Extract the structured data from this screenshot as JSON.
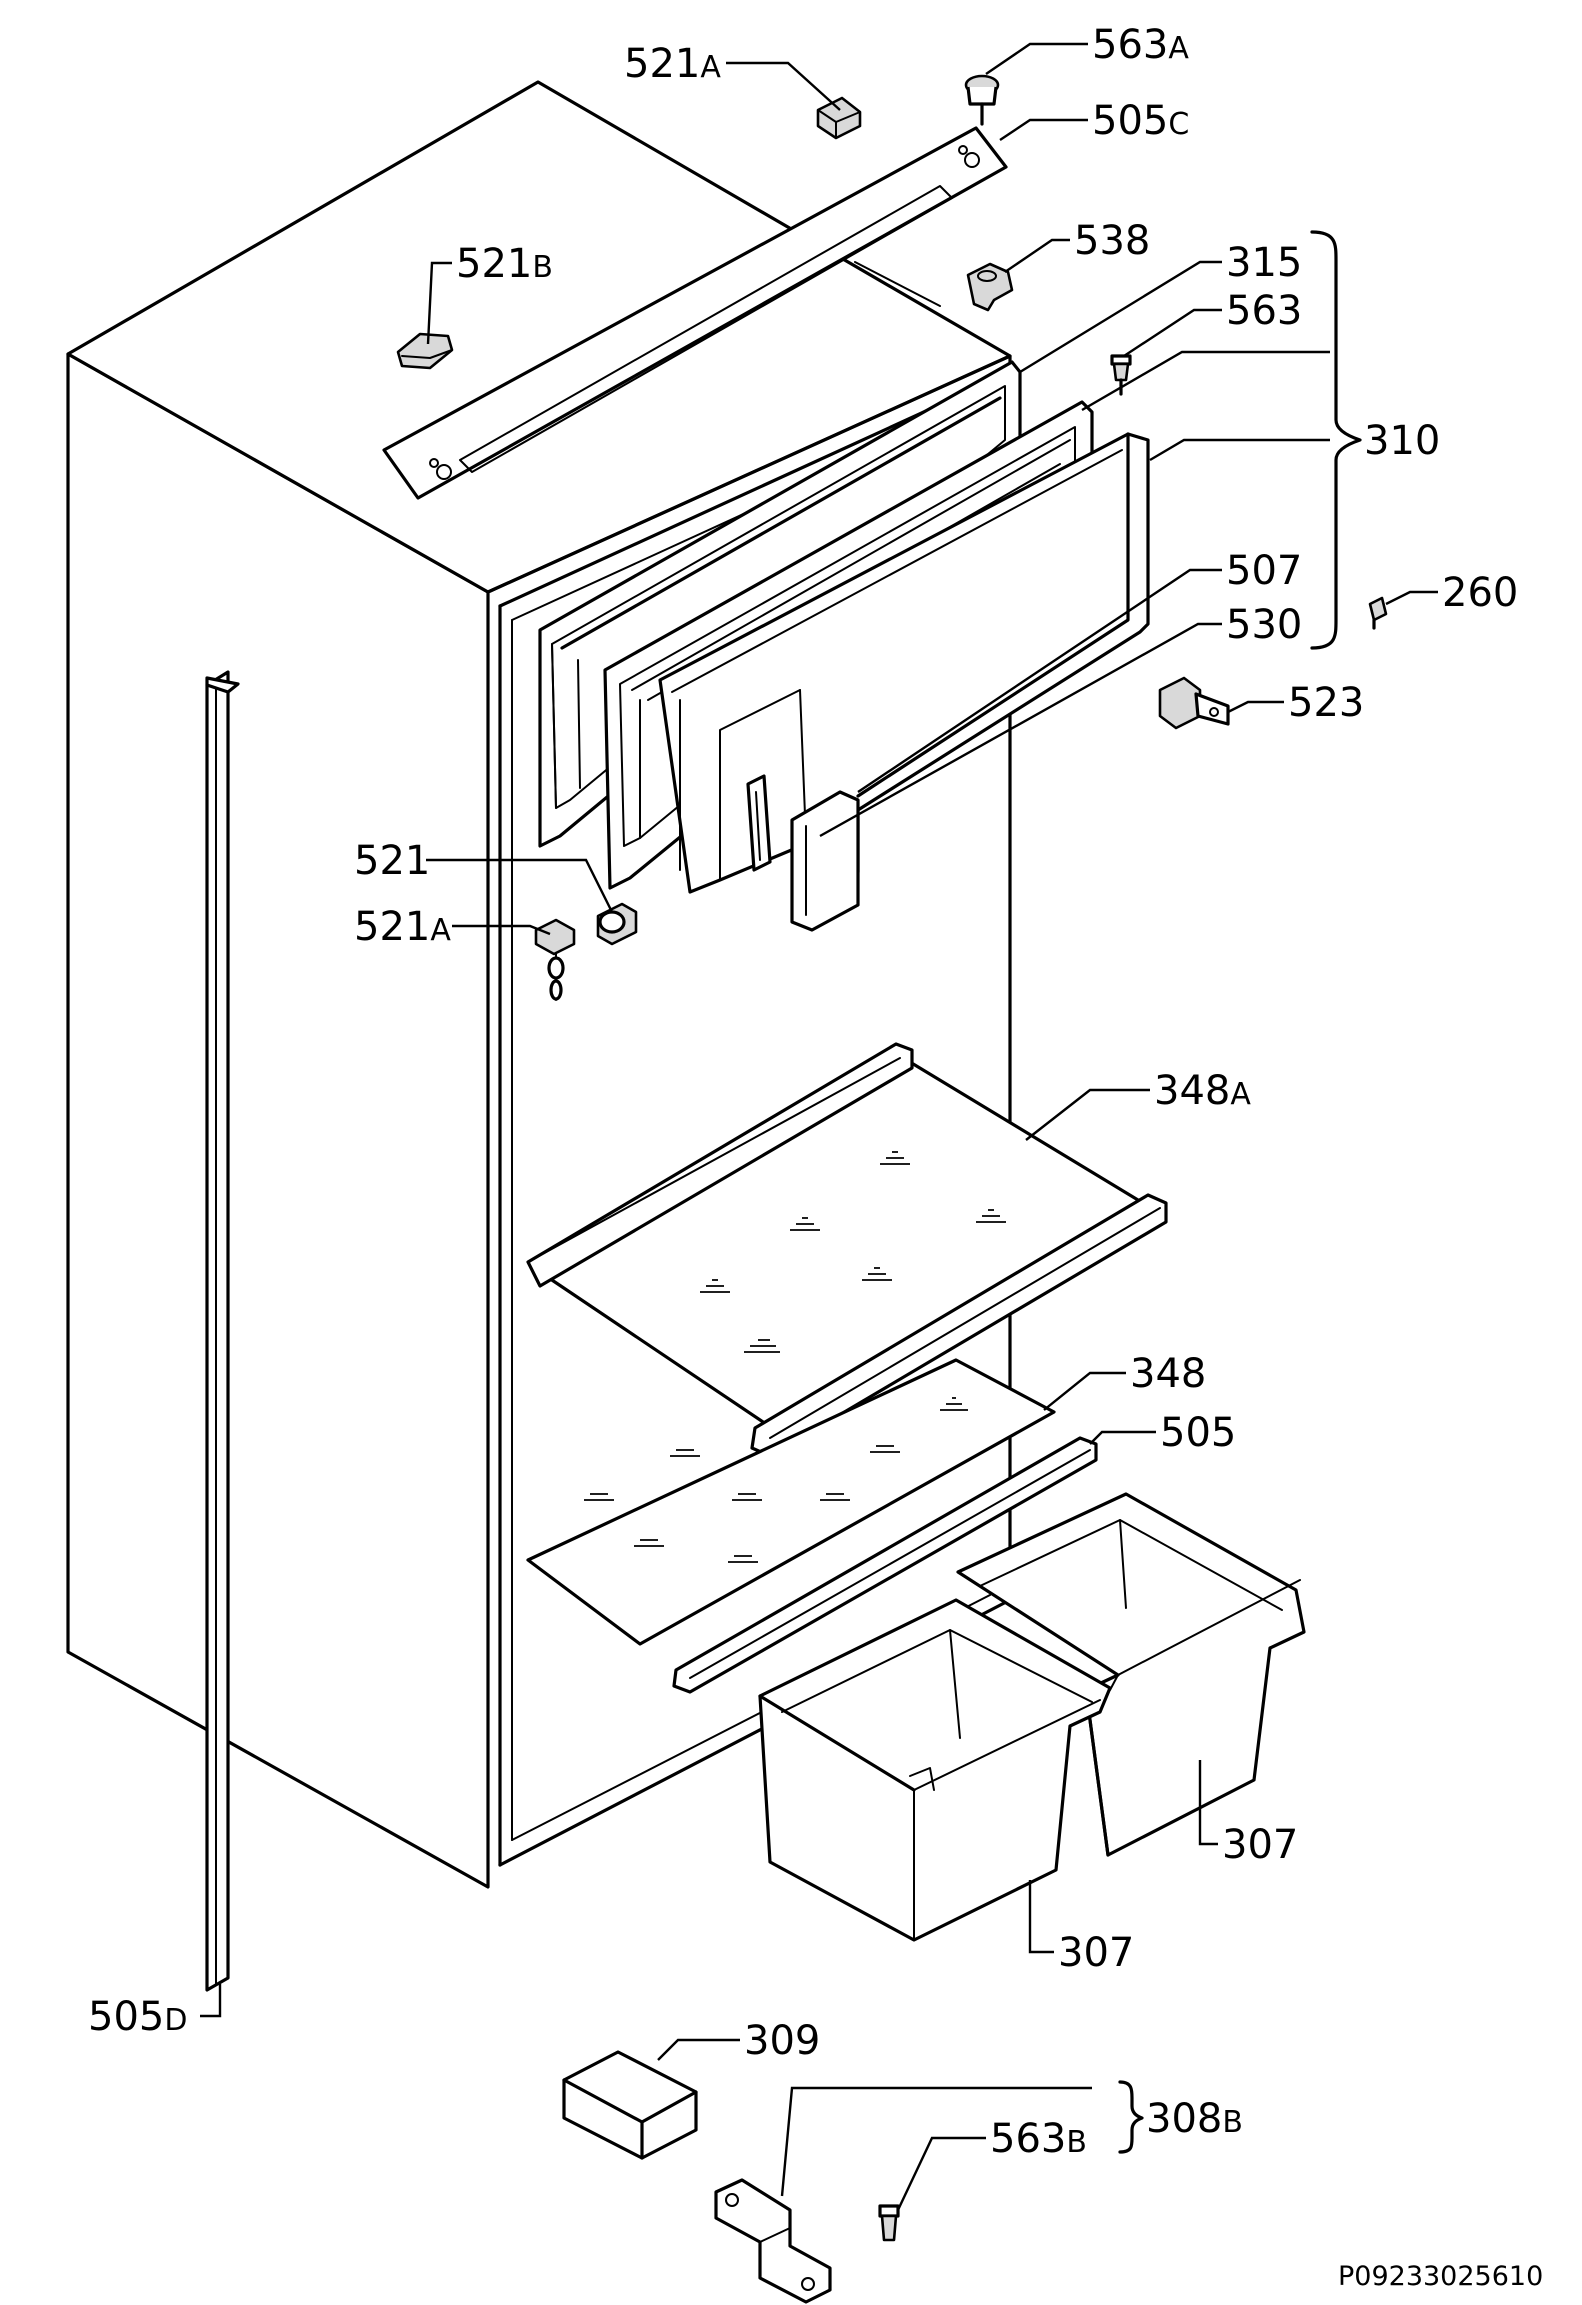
{
  "labels": {
    "p521a_top": {
      "num": "521",
      "suffix": "A"
    },
    "p563a": {
      "num": "563",
      "suffix": "A"
    },
    "p505c": {
      "num": "505",
      "suffix": "C"
    },
    "p521b": {
      "num": "521",
      "suffix": "B"
    },
    "p538": {
      "num": "538",
      "suffix": ""
    },
    "p315": {
      "num": "315",
      "suffix": ""
    },
    "p563": {
      "num": "563",
      "suffix": ""
    },
    "p310": {
      "num": "310",
      "suffix": ""
    },
    "p507": {
      "num": "507",
      "suffix": ""
    },
    "p260": {
      "num": "260",
      "suffix": ""
    },
    "p530": {
      "num": "530",
      "suffix": ""
    },
    "p523": {
      "num": "523",
      "suffix": ""
    },
    "p521": {
      "num": "521",
      "suffix": ""
    },
    "p521a_mid": {
      "num": "521",
      "suffix": "A"
    },
    "p348a": {
      "num": "348",
      "suffix": "A"
    },
    "p348": {
      "num": "348",
      "suffix": ""
    },
    "p505": {
      "num": "505",
      "suffix": ""
    },
    "p307_right": {
      "num": "307",
      "suffix": ""
    },
    "p307_left": {
      "num": "307",
      "suffix": ""
    },
    "p505d": {
      "num": "505",
      "suffix": "D"
    },
    "p309": {
      "num": "309",
      "suffix": ""
    },
    "p308b": {
      "num": "308",
      "suffix": "B"
    },
    "p563b": {
      "num": "563",
      "suffix": "B"
    }
  },
  "drawing_code": "P09233025610"
}
